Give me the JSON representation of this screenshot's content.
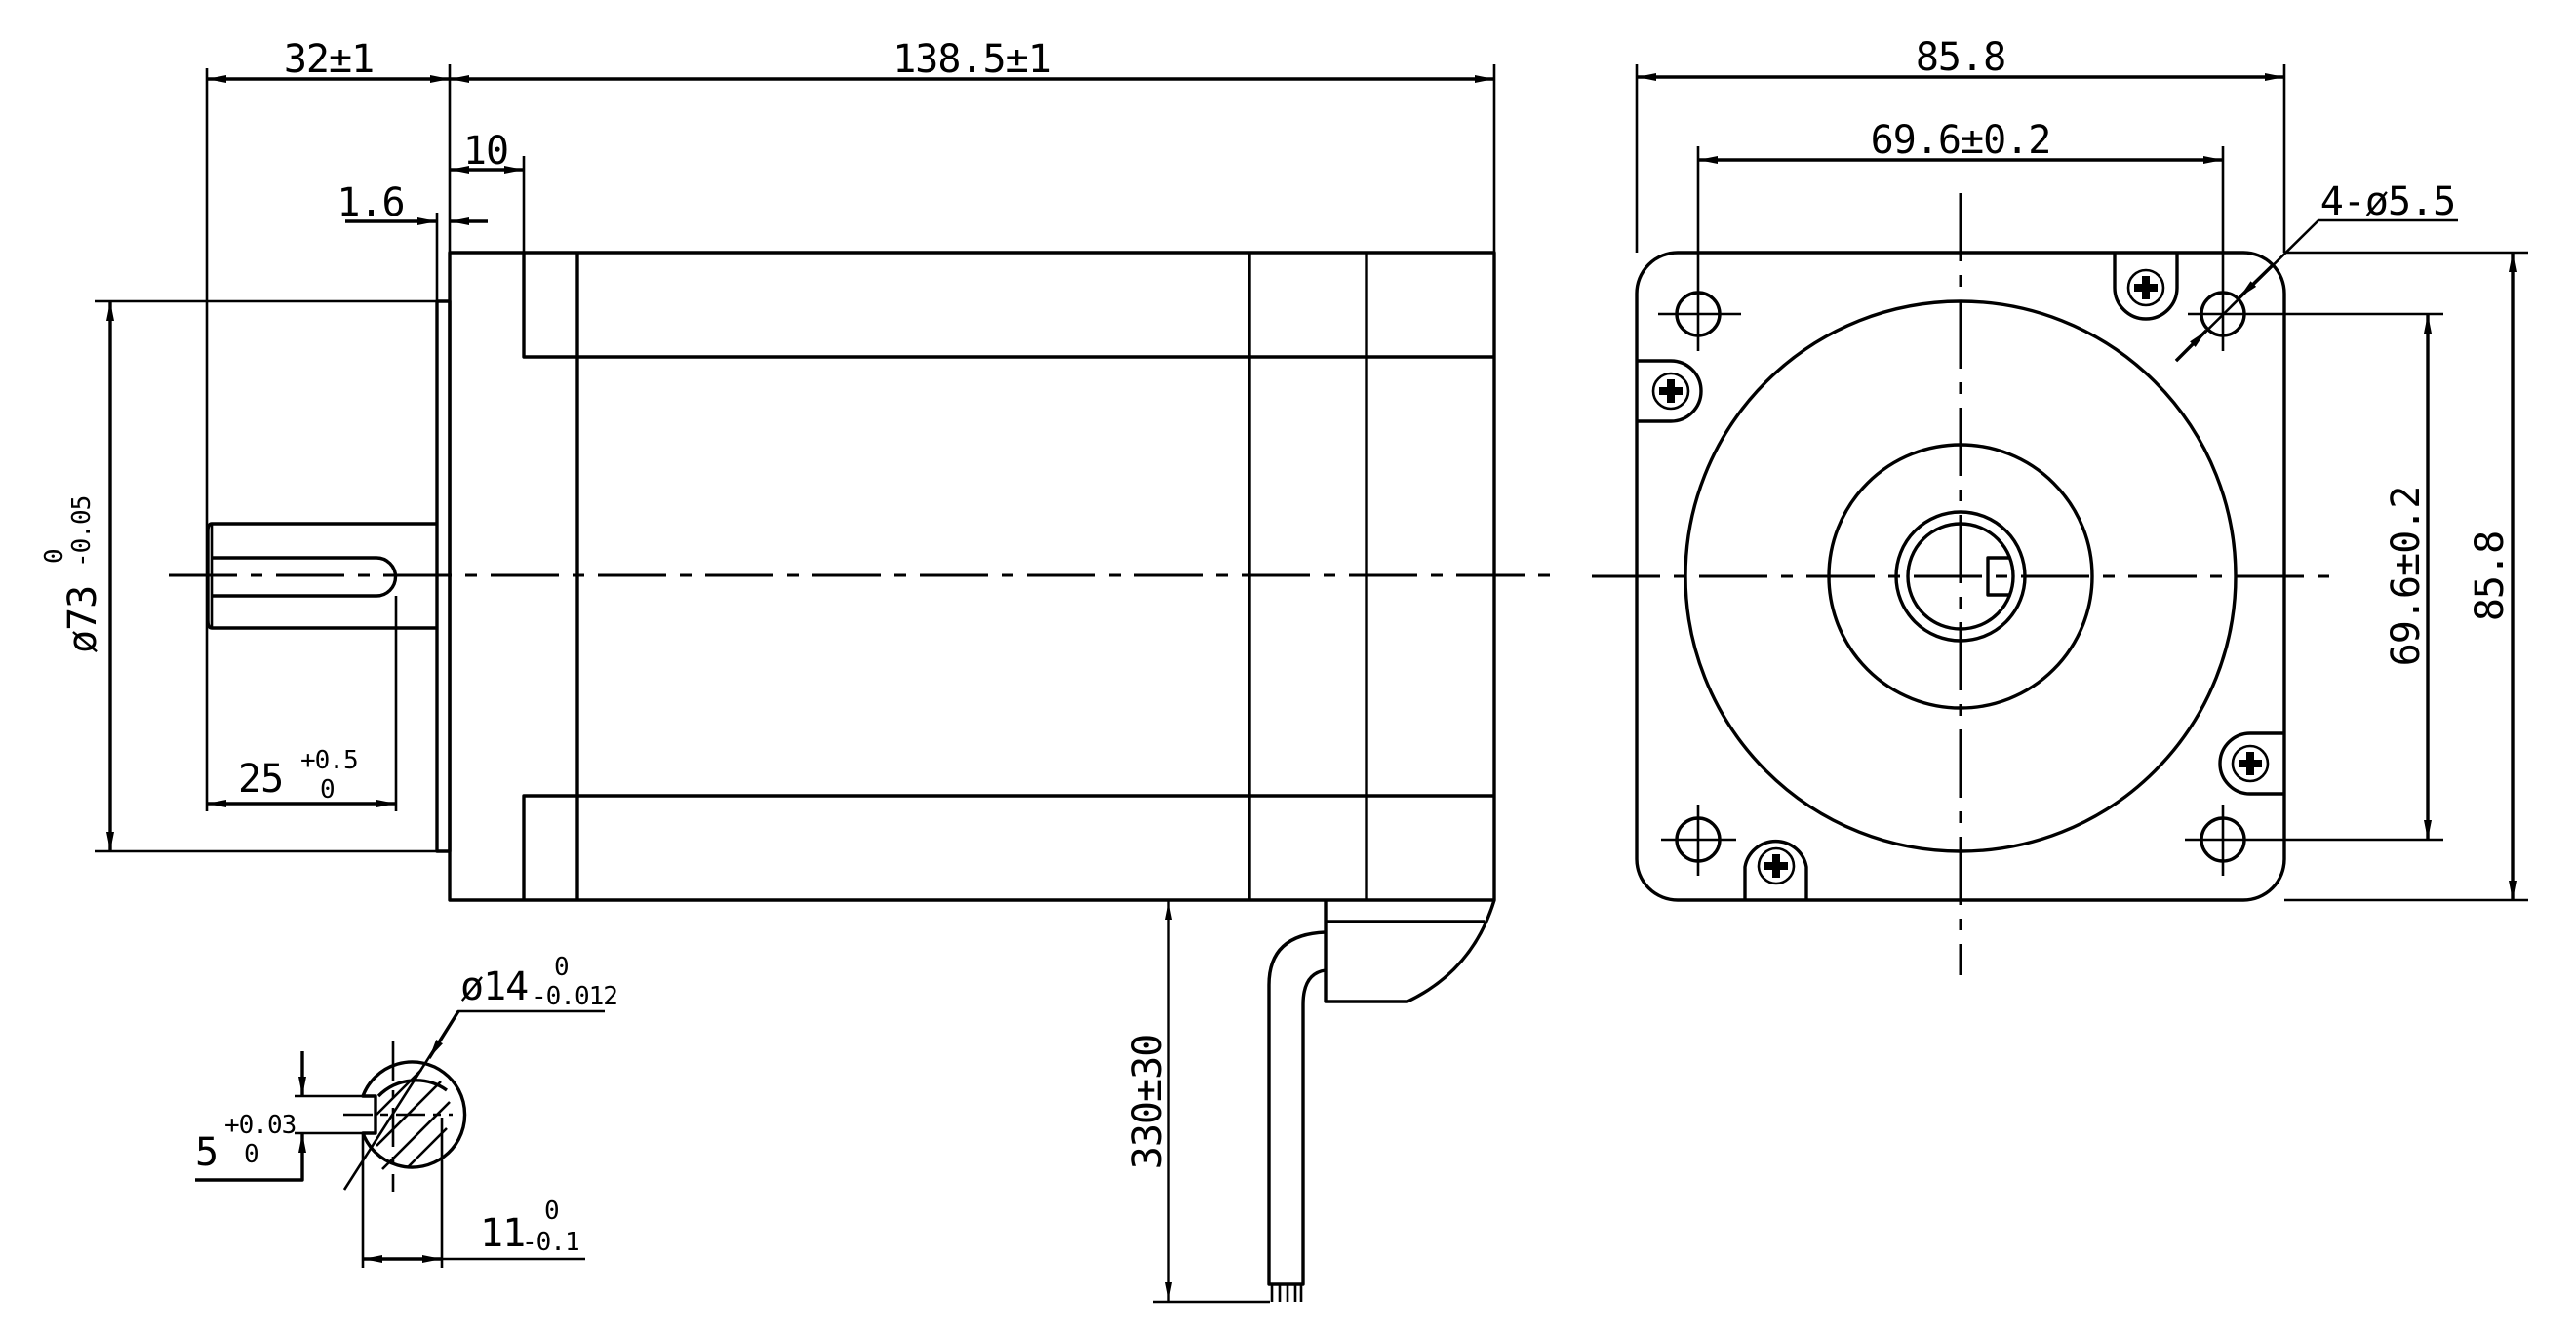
{
  "drawing": {
    "title": "Stepper motor dimensional drawing",
    "views": [
      "side-view",
      "front-view",
      "shaft-section"
    ],
    "colors": {
      "line": "#000000",
      "background": "#ffffff"
    }
  },
  "side_view": {
    "dimensions": {
      "shaft_length": "32±1",
      "body_length": "138.5±1",
      "panel_offset": "10",
      "pilot_depth": "1.6",
      "pilot_diameter_main": "ø73",
      "pilot_diameter_tol_upper": "0",
      "pilot_diameter_tol_lower": "-0.05",
      "key_length_main": "25",
      "key_length_tol_upper": "+0.5",
      "key_length_tol_lower": "0",
      "cable_length": "330±30"
    }
  },
  "front_view": {
    "dimensions": {
      "flange_width": "85.8",
      "flange_height": "85.8",
      "hole_spacing_horizontal": "69.6±0.2",
      "hole_spacing_vertical": "69.6±0.2",
      "mounting_holes": "4-ø5.5"
    }
  },
  "shaft_section": {
    "dimensions": {
      "shaft_diameter_main": "ø14",
      "shaft_diameter_tol_upper": "0",
      "shaft_diameter_tol_lower": "-0.012",
      "key_width_main": "5",
      "key_width_tol_upper": "+0.03",
      "key_width_tol_lower": "0",
      "flat_depth_main": "11",
      "flat_depth_tol_upper": "0",
      "flat_depth_tol_lower": "-0.1"
    }
  }
}
